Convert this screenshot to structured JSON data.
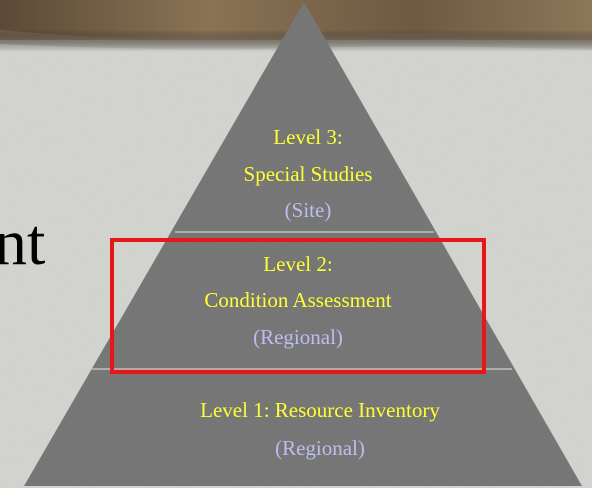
{
  "background_text": "nt",
  "pyramid": {
    "levels": [
      {
        "title": "Level 3:",
        "name": "Special Studies",
        "scope": "(Site)"
      },
      {
        "title": "Level 2:",
        "name": "Condition Assessment",
        "scope": "(Regional)",
        "highlighted": true
      },
      {
        "title": "Level 1: Resource Inventory",
        "scope": "(Regional)"
      }
    ]
  },
  "colors": {
    "pyramid_fill": "#6f6f6f",
    "band_lines": "#cfcfcf",
    "label_text": "#ffff33",
    "scope_text": "#bdbdf2",
    "highlight_box": "#e81717",
    "top_banner": "#7a6548"
  }
}
